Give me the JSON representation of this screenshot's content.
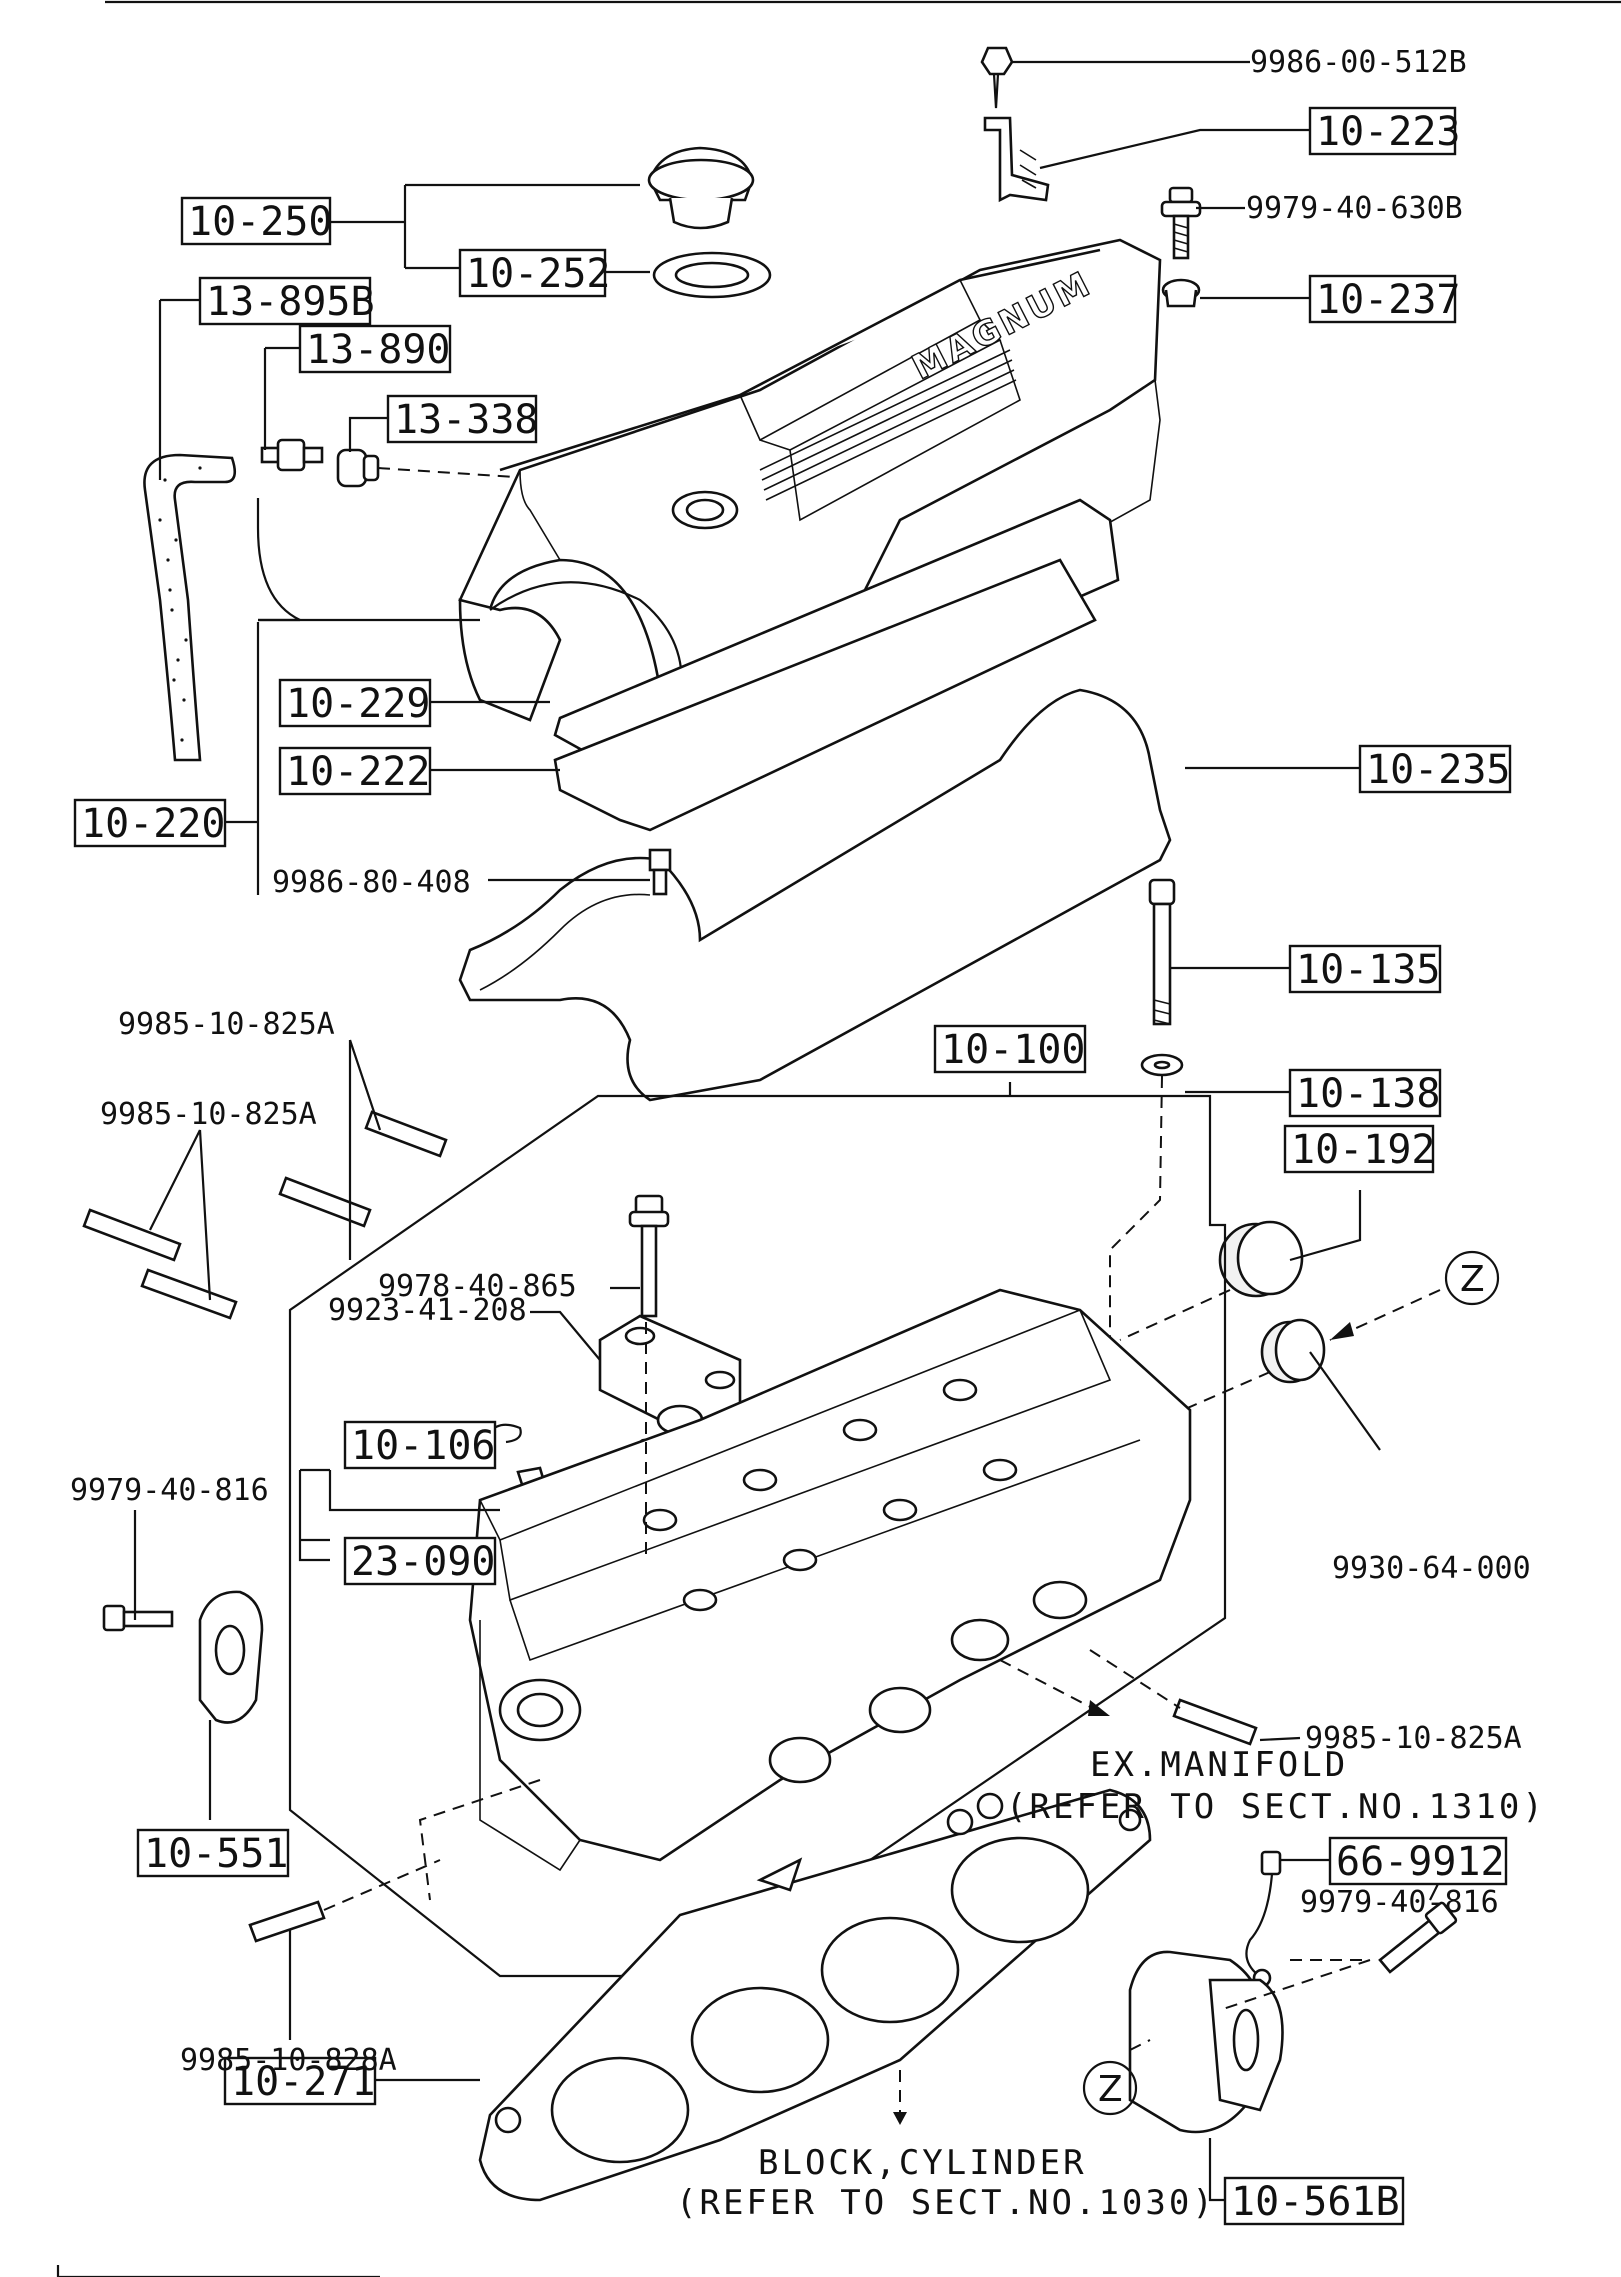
{
  "callouts": {
    "c_9986_00_512B": "9986-00-512B",
    "c_10_223": "10-223",
    "c_9979_40_630B": "9979-40-630B",
    "c_10_237": "10-237",
    "c_10_250": "10-250",
    "c_10_252": "10-252",
    "c_13_895B": "13-895B",
    "c_13_890": "13-890",
    "c_13_338": "13-338",
    "c_10_229": "10-229",
    "c_10_222": "10-222",
    "c_10_220": "10-220",
    "c_10_235": "10-235",
    "c_9986_80_408": "9986-80-408",
    "c_10_135": "10-135",
    "c_10_138": "10-138",
    "c_10_192": "10-192",
    "c_10_100": "10-100",
    "c_9985_10_825A_a": "9985-10-825A",
    "c_9985_10_825A_b": "9985-10-825A",
    "c_9978_40_865": "9978-40-865",
    "c_9923_41_208": "9923-41-208",
    "c_10_106": "10-106",
    "c_23_090": "23-090",
    "c_9979_40_816_a": "9979-40-816",
    "c_10_551": "10-551",
    "c_9930_64_000": "9930-64-000",
    "c_9985_10_825A_c": "9985-10-825A",
    "c_66_9912": "66-9912",
    "c_9979_40_816_b": "9979-40-816",
    "c_9985_10_828A": "9985-10-828A",
    "c_10_271": "10-271",
    "c_10_561B": "10-561B"
  },
  "notes": {
    "ex_manifold_line1": "EX.MANIFOLD",
    "ex_manifold_line2": "(REFER TO SECT.NO.1310)",
    "block_line1": "BLOCK,CYLINDER",
    "block_line2": "(REFER TO SECT.NO.1030)"
  },
  "markers": {
    "z_top": "Z",
    "z_bottom": "Z"
  },
  "cover_emboss": "MAGNUM"
}
